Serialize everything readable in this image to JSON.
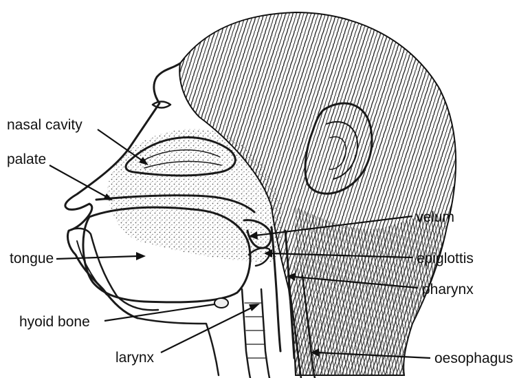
{
  "labels": {
    "nasal_cavity": "nasal cavity",
    "palate": "palate",
    "tongue": "tongue",
    "hyoid_bone": "hyoid bone",
    "larynx": "larynx",
    "velum": "velum",
    "epiglottis": "epiglottis",
    "pharynx": "pharynx",
    "oesophagus": "oesophagus"
  }
}
